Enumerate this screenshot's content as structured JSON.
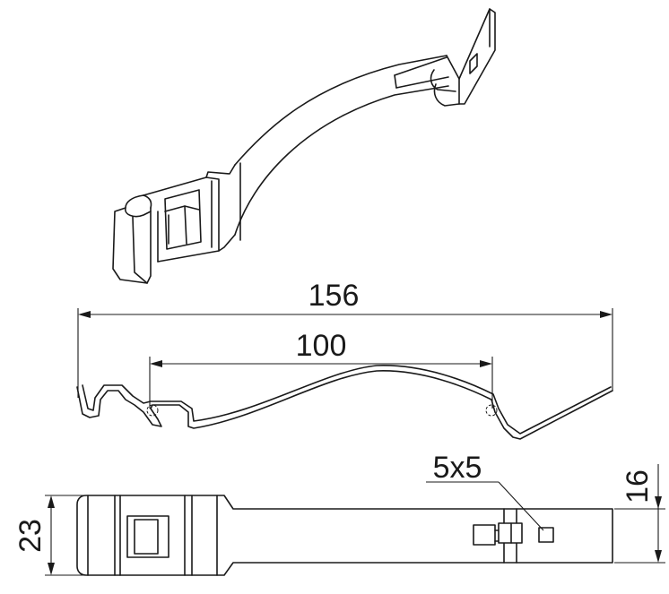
{
  "drawing": {
    "dimensions": {
      "overall_length": "156",
      "hole_spacing": "100",
      "slot_size": "5x5",
      "width_wide": "23",
      "width_narrow": "16"
    }
  }
}
